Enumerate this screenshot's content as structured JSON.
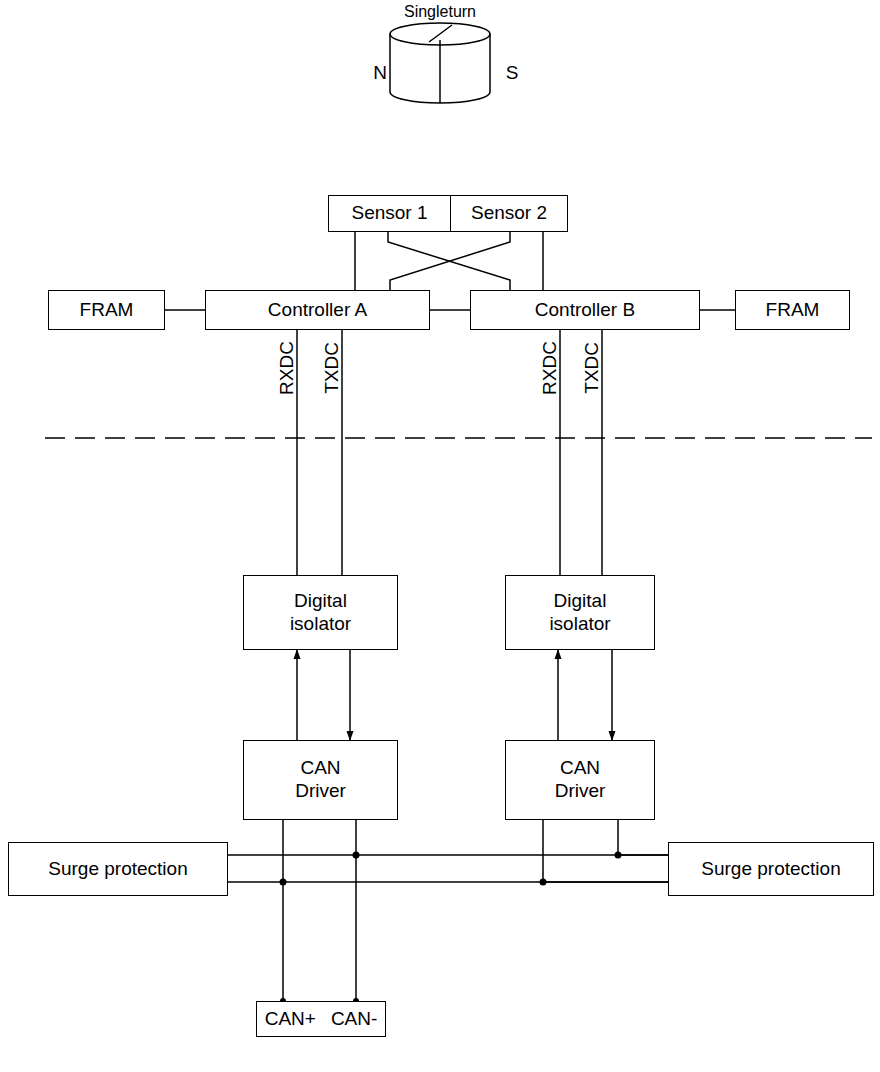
{
  "diagram": {
    "nodes": [
      {
        "text": [
          "Sensor 1"
        ]
      },
      {
        "text": [
          "Sensor 2"
        ]
      },
      {
        "text": [
          "FRAM"
        ]
      },
      {
        "text": [
          "Controller A"
        ]
      },
      {
        "text": [
          "Controller B"
        ]
      },
      {
        "text": [
          "FRAM"
        ]
      },
      {
        "text": [
          "Digital isolator"
        ]
      },
      {
        "text": [
          "Digital isolator"
        ]
      },
      {
        "text": [
          "CAN Driver"
        ]
      },
      {
        "text": [
          "CAN Driver"
        ]
      },
      {
        "text": [
          "Surge protection"
        ]
      },
      {
        "text": [
          "Surge protection"
        ]
      },
      {
        "text": [
          "CAN+",
          "CAN-"
        ]
      }
    ],
    "edges": [
      {
        "from": 0,
        "to": 3,
        "arrow": "none"
      },
      {
        "from": 0,
        "to": 4,
        "arrow": "none"
      },
      {
        "from": 1,
        "to": 3,
        "arrow": "none"
      },
      {
        "from": 1,
        "to": 4,
        "arrow": "none"
      },
      {
        "from": 2,
        "to": 3,
        "arrow": "none"
      },
      {
        "from": 3,
        "to": 4,
        "arrow": "none"
      },
      {
        "from": 4,
        "to": 5,
        "arrow": "none"
      },
      {
        "from": 3,
        "to": 6,
        "label": "RXDC",
        "arrow": "none"
      },
      {
        "from": 3,
        "to": 6,
        "label": "TXDC",
        "arrow": "none"
      },
      {
        "from": 4,
        "to": 7,
        "label": "RXDC",
        "arrow": "none"
      },
      {
        "from": 4,
        "to": 7,
        "label": "TXDC",
        "arrow": "none"
      },
      {
        "from": 8,
        "to": 6,
        "arrow": "to"
      },
      {
        "from": 6,
        "to": 8,
        "arrow": "to"
      },
      {
        "from": 9,
        "to": 7,
        "arrow": "to"
      },
      {
        "from": 7,
        "to": 9,
        "arrow": "to"
      },
      {
        "from": 10,
        "to": 11,
        "arrow": "none"
      },
      {
        "from": 10,
        "to": 11,
        "arrow": "none"
      },
      {
        "from": 8,
        "to": 12,
        "arrow": "none"
      },
      {
        "from": 8,
        "to": 12,
        "arrow": "none"
      },
      {
        "from": 9,
        "to": 11,
        "arrow": "none"
      },
      {
        "from": 9,
        "to": 11,
        "arrow": "none"
      }
    ],
    "labels": [
      "Singleturn",
      "N",
      "S"
    ]
  }
}
